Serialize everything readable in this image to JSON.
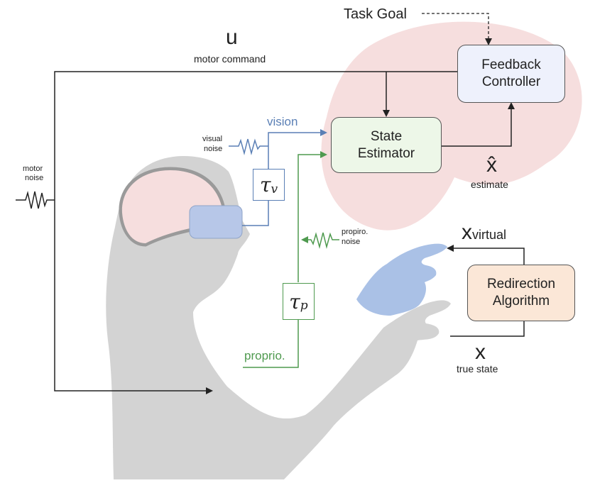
{
  "diagram": {
    "task_goal": "Task Goal",
    "motor_command_symbol": "u",
    "motor_command_label": "motor command",
    "motor_noise_label_line1": "motor",
    "motor_noise_label_line2": "noise",
    "visual_noise_label_line1": "visual",
    "visual_noise_label_line2": "noise",
    "vision_label": "vision",
    "tau_v_symbol": "τ",
    "tau_v_sub": "v",
    "tau_p_symbol": "τ",
    "tau_p_sub": "p",
    "proprio_label": "proprio.",
    "proprio_noise_line1": "propiro.",
    "proprio_noise_line2": "noise",
    "state_estimator_line1": "State",
    "state_estimator_line2": "Estimator",
    "feedback_controller_line1": "Feedback",
    "feedback_controller_line2": "Controller",
    "estimate_symbol": "x̂",
    "estimate_label": "estimate",
    "x_virtual_symbol": "x",
    "x_virtual_sub": "virtual",
    "redirection_line1": "Redirection",
    "redirection_line2": "Algorithm",
    "true_state_symbol": "x",
    "true_state_label": "true state"
  },
  "colors": {
    "vision_blue": "#5a7fb5",
    "proprio_green": "#4f9a4f",
    "brain_region": "#f6dede",
    "body_gray": "#d3d3d3",
    "headset_blue": "#b7c7e8",
    "virtual_hand_blue": "#aac1e6",
    "feedback_box_fill": "#eef1fc",
    "estimator_box_fill": "#edf7e8",
    "redirection_box_fill": "#fbe7d7",
    "line_black": "#222222"
  }
}
